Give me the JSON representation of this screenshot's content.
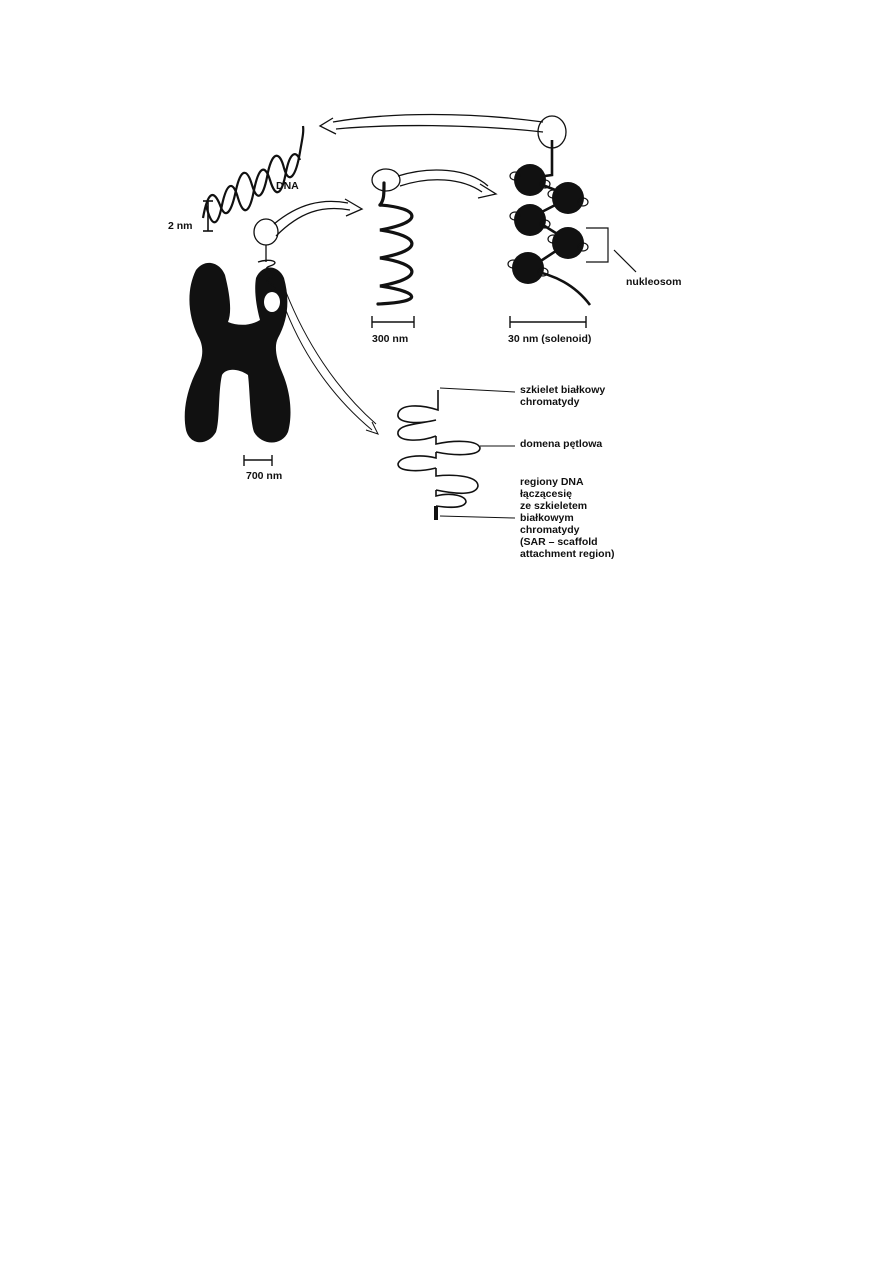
{
  "labels": {
    "dna": "DNA",
    "dna_width": "2 nm",
    "fiber_300": "300 nm",
    "fiber_30": "30 nm (solenoid)",
    "nucleosome": "nukleosom",
    "chromosome_width": "700 nm",
    "scaffold_line1": "szkielet białkowy",
    "scaffold_line2": "chromatydy",
    "loop_domain": "domena pętlowa",
    "sar_line1": "regiony DNA",
    "sar_line2": "łączącesię",
    "sar_line3": "ze szkieletem",
    "sar_line4": "białkowym",
    "sar_line5": "chromatydy",
    "sar_line6": "(SAR –  scaffold",
    "sar_line7": "attachment region)"
  },
  "colors": {
    "ink": "#111111",
    "paper": "#ffffff"
  }
}
